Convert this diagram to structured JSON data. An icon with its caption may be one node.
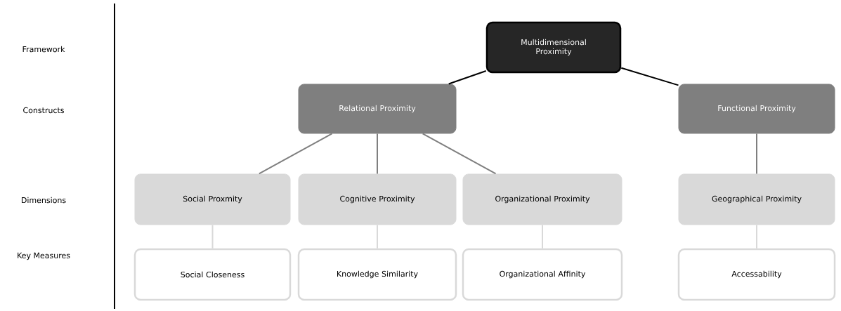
{
  "diagram": {
    "nodes": [
      {
        "text": [
          "Multidimensional Proximity"
        ]
      },
      {
        "text": [
          "Relational Proximity"
        ]
      },
      {
        "text": [
          "Functional Proximity"
        ]
      },
      {
        "text": [
          "Social Proxmity"
        ]
      },
      {
        "text": [
          "Cognitive Proximity"
        ]
      },
      {
        "text": [
          "Organizational Proximity"
        ]
      },
      {
        "text": [
          "Geographical Proximity"
        ]
      },
      {
        "text": [
          "Social Closeness"
        ]
      },
      {
        "text": [
          "Knowledge Similarity"
        ]
      },
      {
        "text": [
          "Organizational Affinity"
        ]
      },
      {
        "text": [
          "Accessability"
        ]
      }
    ],
    "edges": [
      {
        "from": 0,
        "to": 1,
        "arrow": "none",
        "color": "#000000"
      },
      {
        "from": 0,
        "to": 2,
        "arrow": "none",
        "color": "#000000"
      },
      {
        "from": 1,
        "to": 3,
        "arrow": "none"
      },
      {
        "from": 1,
        "to": 4,
        "arrow": "none"
      },
      {
        "from": 1,
        "to": 5,
        "arrow": "none"
      },
      {
        "from": 2,
        "to": 6,
        "arrow": "none"
      },
      {
        "from": 3,
        "to": 7,
        "arrow": "none",
        "color": "#d9d9d9"
      },
      {
        "from": 4,
        "to": 8,
        "arrow": "none",
        "color": "#d9d9d9"
      },
      {
        "from": 5,
        "to": 9,
        "arrow": "none",
        "color": "#d9d9d9"
      },
      {
        "from": 6,
        "to": 10,
        "arrow": "none",
        "color": "#d9d9d9"
      }
    ],
    "labels": [
      "Framework",
      "Constructs",
      "Dimensions",
      "Key Measures"
    ]
  }
}
